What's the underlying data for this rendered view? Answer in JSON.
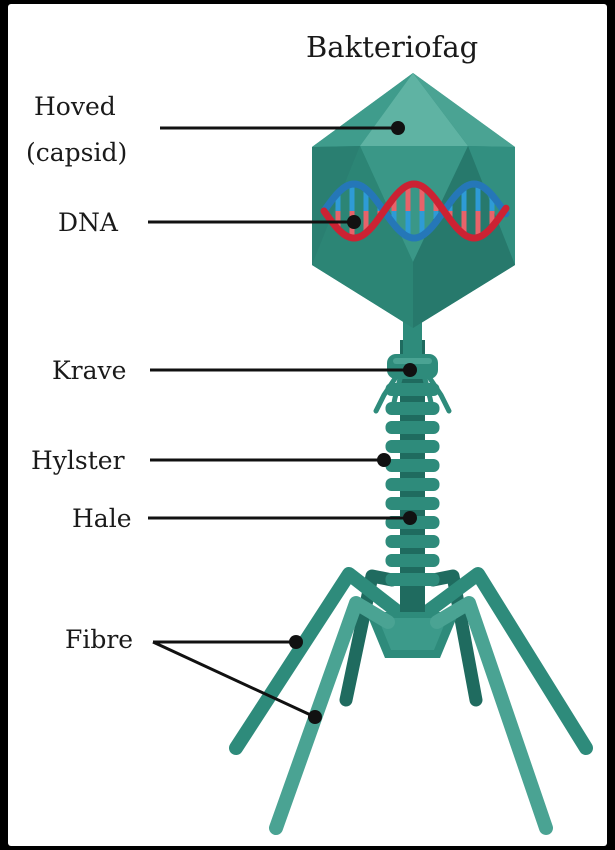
{
  "title": "Bakteriofag",
  "labels": {
    "hoved_line1": "Hoved",
    "hoved_line2": "(capsid)",
    "dna": "DNA",
    "krave": "Krave",
    "hylster": "Hylster",
    "hale": "Hale",
    "fibre": "Fibre"
  },
  "colors": {
    "capsid_dark": "#2f8a7b",
    "capsid_light": "#5fb3a3",
    "tail": "#2e8b7b",
    "tail_dark": "#1f6b5f",
    "fiber_light": "#4aa393",
    "dna_red": "#cc2233",
    "dna_blue": "#2577b8",
    "leader_line": "#111111"
  }
}
